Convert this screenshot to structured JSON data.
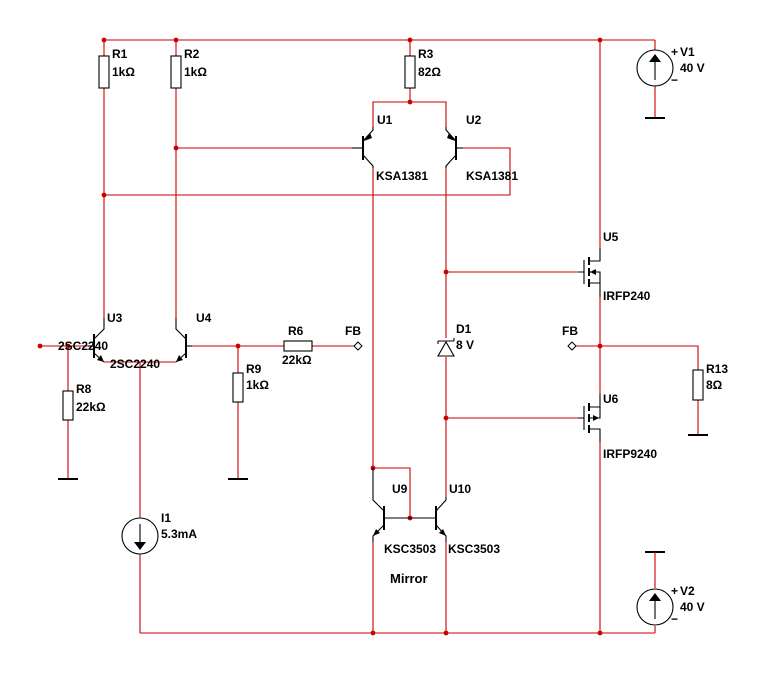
{
  "components": {
    "r1": {
      "ref": "R1",
      "value": "1kΩ"
    },
    "r2": {
      "ref": "R2",
      "value": "1kΩ"
    },
    "r3": {
      "ref": "R3",
      "value": "82Ω"
    },
    "r6": {
      "ref": "R6",
      "value": "22kΩ"
    },
    "r8": {
      "ref": "R8",
      "value": "22kΩ"
    },
    "r9": {
      "ref": "R9",
      "value": "1kΩ"
    },
    "r13": {
      "ref": "R13",
      "value": "8Ω"
    },
    "u1": {
      "ref": "U1",
      "part": "KSA1381"
    },
    "u2": {
      "ref": "U2",
      "part": "KSA1381"
    },
    "u3": {
      "ref": "U3",
      "part": "2SC2240"
    },
    "u4": {
      "ref": "U4",
      "part": "2SC2240"
    },
    "u5": {
      "ref": "U5",
      "part": "IRFP240"
    },
    "u6": {
      "ref": "U6",
      "part": "IRFP9240"
    },
    "u9": {
      "ref": "U9",
      "part": "KSC3503"
    },
    "u10": {
      "ref": "U10",
      "part": "KSC3503"
    },
    "d1": {
      "ref": "D1",
      "value": "8 V"
    },
    "i1": {
      "ref": "I1",
      "value": "5.3mA"
    },
    "v1": {
      "ref": "V1",
      "value": "40 V",
      "plus": "+",
      "minus": "−"
    },
    "v2": {
      "ref": "V2",
      "value": "40 V",
      "plus": "+",
      "minus": "−"
    }
  },
  "connectors": {
    "fb_left": "FB",
    "fb_right": "FB"
  },
  "annotations": {
    "mirror": "Mirror"
  },
  "colors": {
    "wire": "#cc0000",
    "component": "#000000",
    "background": "#ffffff"
  }
}
